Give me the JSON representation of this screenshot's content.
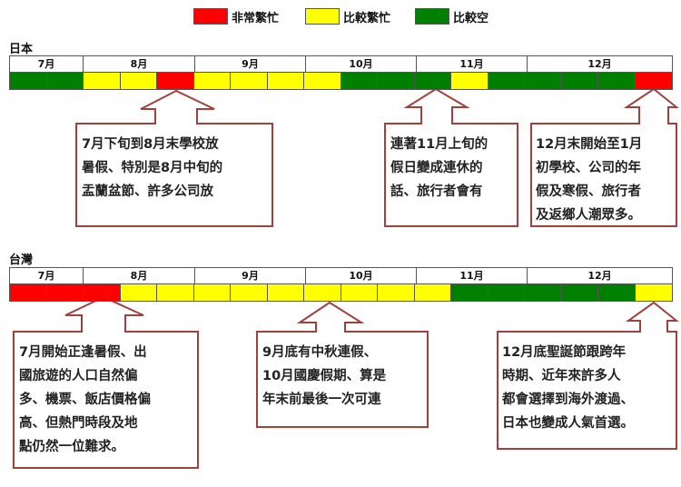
{
  "legend": [
    {
      "label": "非常繁忙",
      "color": "#ff0000"
    },
    {
      "label": "比較繁忙",
      "color": "#ffff00"
    },
    {
      "label": "比較空",
      "color": "#008000"
    }
  ],
  "colors": {
    "R": "#ff0000",
    "Y": "#ffff00",
    "G": "#008000"
  },
  "timelines": [
    {
      "region": "日本",
      "months": [
        "7月",
        "8月",
        "9月",
        "10月",
        "11月",
        "12月"
      ],
      "segments": [
        "G",
        "G",
        "Y",
        "Y",
        "R",
        "Y",
        "Y",
        "Y",
        "Y",
        "G",
        "G",
        "G",
        "Y",
        "G",
        "G",
        "G",
        "G",
        "R"
      ],
      "callouts": [
        {
          "text": "7月下旬到8月末學校放\n暑假、特別是8月中旬的\n盂蘭盆節、許多公司放"
        },
        {
          "text": "連著11月上旬的\n假日變成連休的\n話、旅行者會有"
        },
        {
          "text": "12月末開始至1月\n初學校、公司的年\n假及寒假、旅行者\n及返鄉人潮眾多。"
        }
      ]
    },
    {
      "region": "台灣",
      "months": [
        "7月",
        "8月",
        "9月",
        "10月",
        "11月",
        "12月"
      ],
      "segments": [
        "R",
        "R",
        "R",
        "Y",
        "Y",
        "Y",
        "Y",
        "Y",
        "Y",
        "Y",
        "Y",
        "Y",
        "G",
        "G",
        "G",
        "G",
        "G",
        "Y"
      ],
      "callouts": [
        {
          "text": "7月開始正逢暑假、出\n國旅遊的人口自然偏\n多、機票、飯店價格偏\n高、但熱門時段及地\n點仍然一位難求。"
        },
        {
          "text": "9月底有中秋連假、\n10月國慶假期、算是\n年末前最後一次可連"
        },
        {
          "text": "12月底聖誕節跟跨年\n時期、近年來許多人\n都會選擇到海外渡過、\n日本也變成人氣首選。"
        }
      ]
    }
  ]
}
